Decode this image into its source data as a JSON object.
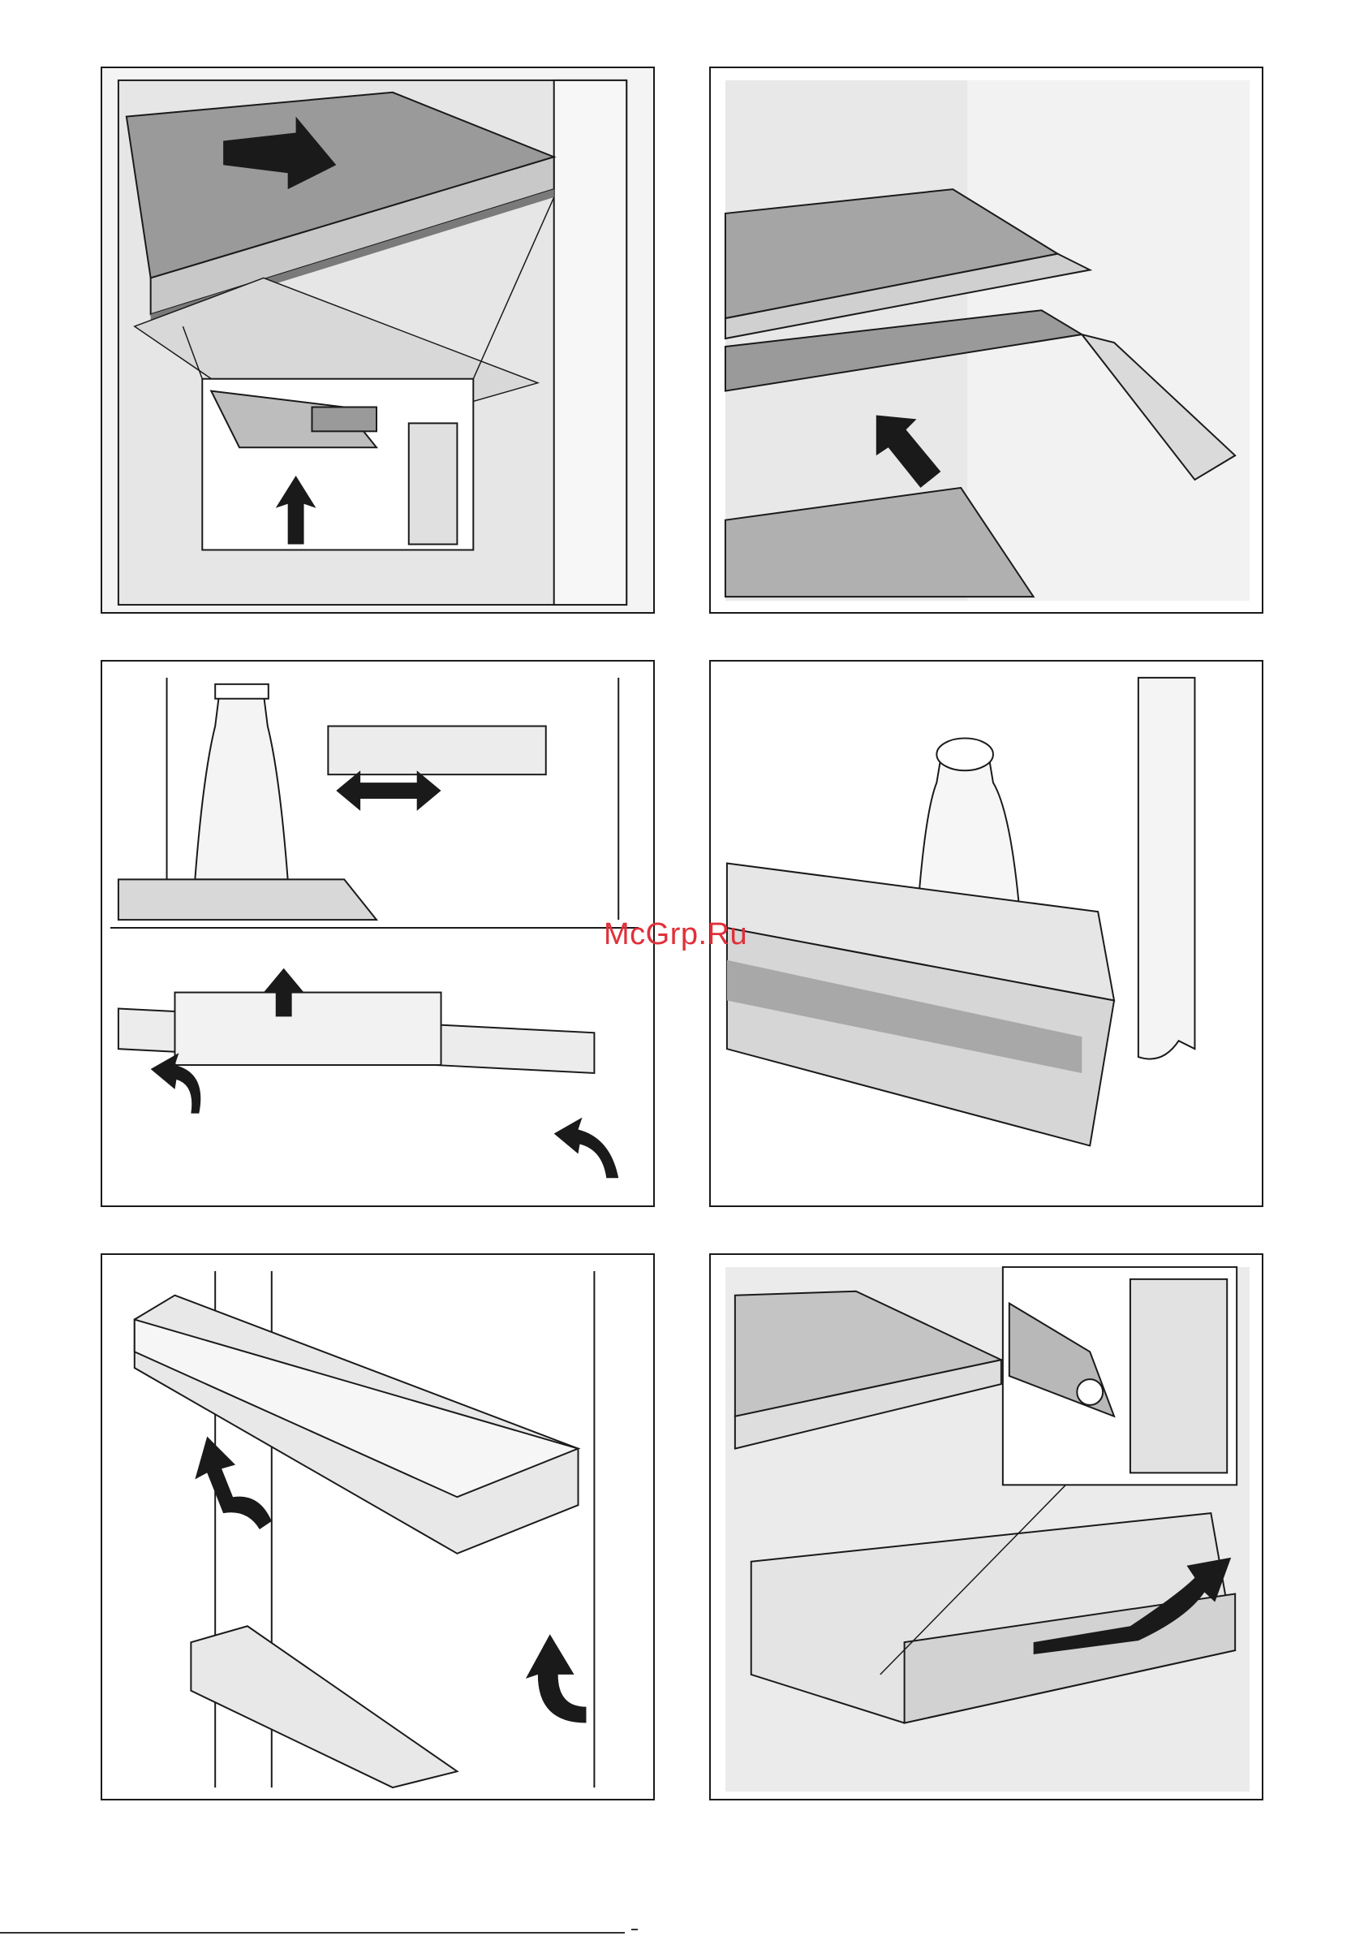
{
  "watermark": {
    "text": "McGrp.Ru",
    "color": "#e0303a"
  },
  "panels": [
    {
      "id": "shelf-removal",
      "icons": [
        "pull-arrow-icon",
        "lift-arrow-icon"
      ]
    },
    {
      "id": "shelf-insert",
      "icons": [
        "push-arrow-icon"
      ]
    },
    {
      "id": "bottle-holder-adjust",
      "icons": [
        "left-right-arrow-icon",
        "up-arrow-icon",
        "curved-arrow-icon"
      ]
    },
    {
      "id": "door-bottle-shelf",
      "icons": []
    },
    {
      "id": "door-rack-removal",
      "icons": [
        "curved-arrow-icon"
      ]
    },
    {
      "id": "drawer-removal",
      "icons": [
        "curved-arrow-icon"
      ]
    }
  ],
  "colors": {
    "line": "#1a1a1a",
    "shade": "#c8c8c8",
    "dark": "#8f8f8f",
    "light": "#ececec",
    "arrow": "#1a1a1a"
  }
}
